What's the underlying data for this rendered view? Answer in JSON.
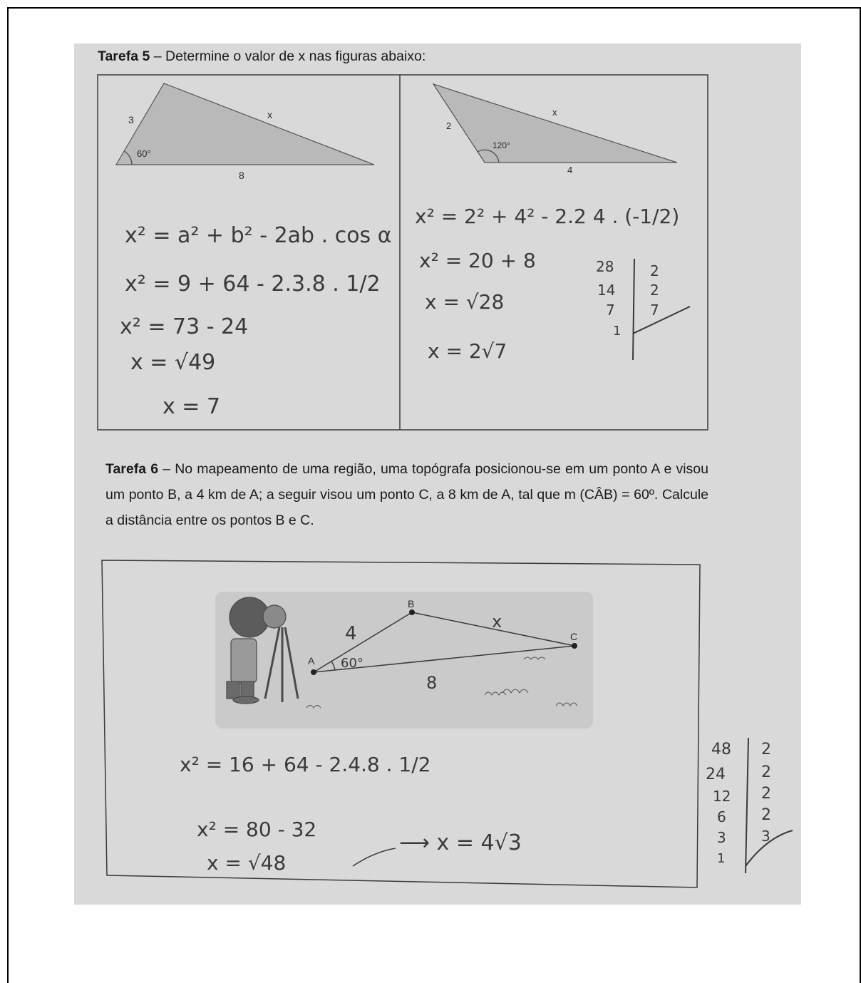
{
  "tarefa5": {
    "label": "Tarefa 5",
    "title": " – Determine o valor de x nas figuras abaixo:",
    "fig1": {
      "side_a": "3",
      "side_x": "x",
      "base": "8",
      "angle": "60°"
    },
    "fig2": {
      "side_a": "2",
      "side_x": "x",
      "base": "4",
      "angle": "120°"
    },
    "work_left": [
      "x² = a² + b² - 2ab . cos α",
      "x² = 9 + 64 - 2.3.8 . 1/2",
      "x² = 73 - 24",
      "x = √49",
      "x = 7"
    ],
    "work_right": [
      "x² = 2² + 4² - 2.2 4 . (-1/2)",
      "x² = 20 + 8",
      "x = √28",
      "x = 2√7"
    ],
    "factor_right": {
      "left": [
        "28",
        "14",
        "7",
        "1"
      ],
      "right": [
        "2",
        "2",
        "7"
      ]
    }
  },
  "tarefa6": {
    "label": "Tarefa 6",
    "text": " – No mapeamento de uma região, uma topógrafa posicionou-se em um ponto A e visou um ponto B, a 4 km de A; a seguir visou um ponto C, a 8 km de A, tal que m (CÂB) = 60º. Calcule a distância entre os pontos B e C.",
    "points": {
      "a": "A",
      "b": "B",
      "c": "C"
    },
    "hw_labels": {
      "ab": "4",
      "bc": "x",
      "ac": "8",
      "angle": "60°"
    },
    "work": [
      "x² = 16 + 64 - 2.4.8 . 1/2",
      "x² = 80 - 32",
      "x = √48",
      "⟶ x = 4√3"
    ],
    "factor": {
      "left": [
        "48",
        "24",
        "12",
        "6",
        "3",
        "1"
      ],
      "right": [
        "2",
        "2",
        "2",
        "2",
        "3"
      ]
    }
  }
}
